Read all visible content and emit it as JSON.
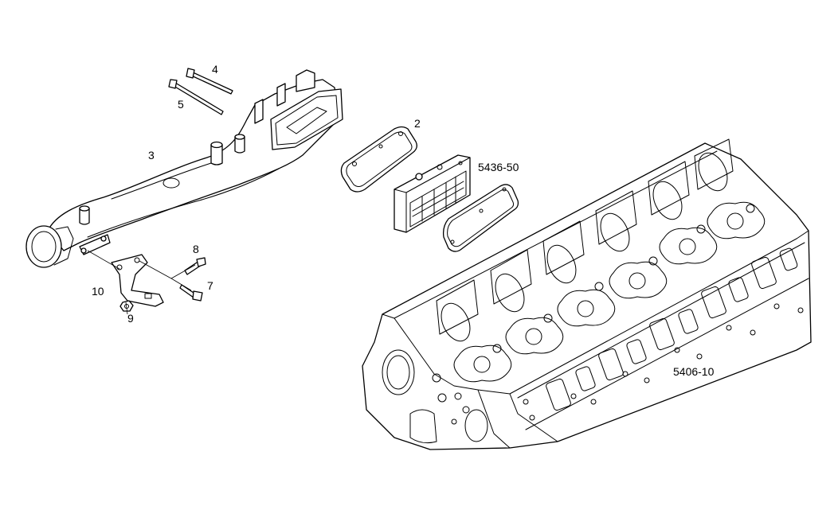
{
  "callouts": {
    "c2": "2",
    "c3": "3",
    "c4": "4",
    "c5": "5",
    "c7": "7",
    "c8": "8",
    "c9": "9",
    "c10": "10",
    "c5436": "5436-50",
    "c5406": "5406-10"
  },
  "colors": {
    "line": "#000000",
    "background": "#ffffff"
  }
}
